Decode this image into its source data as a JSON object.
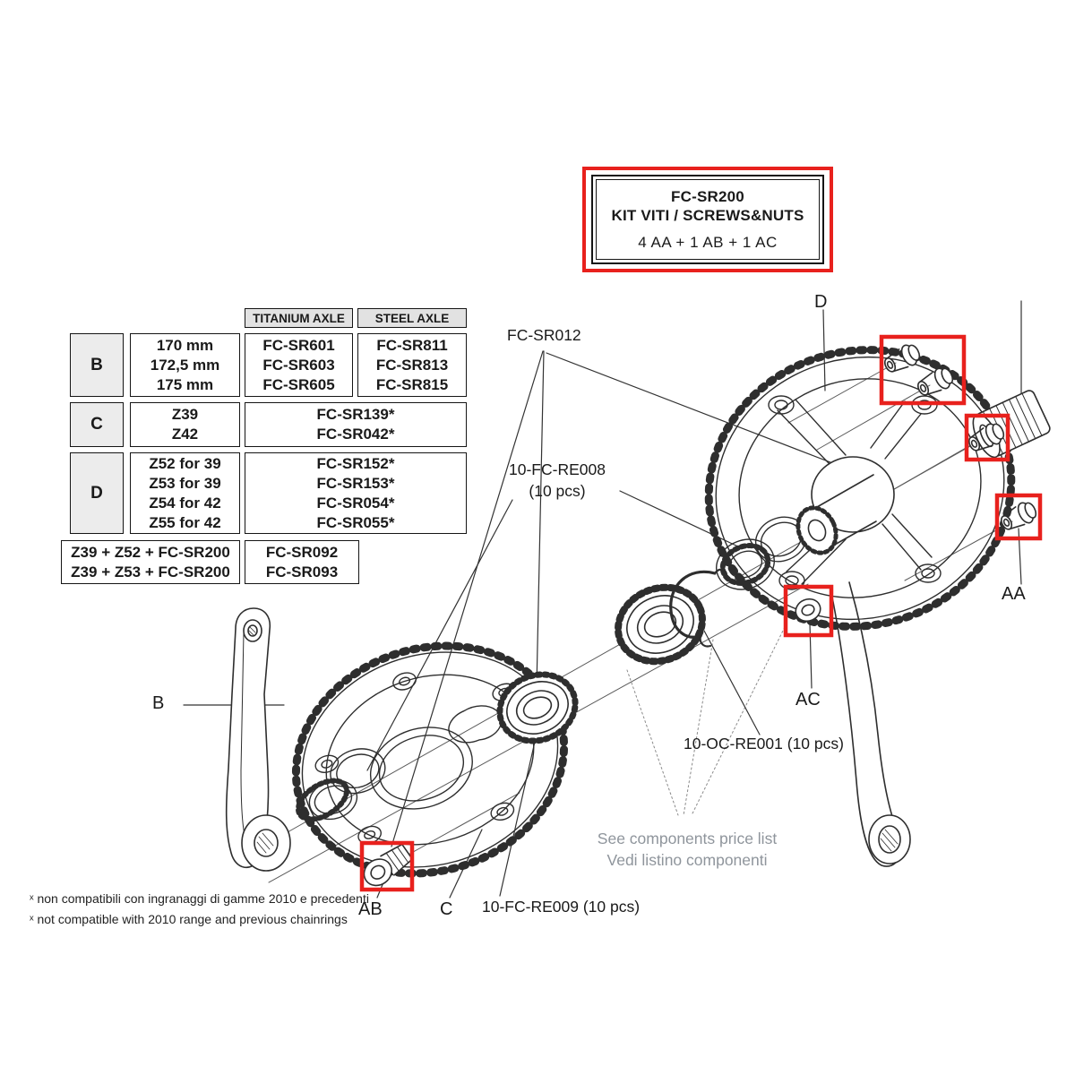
{
  "kit_box": {
    "line1": "FC-SR200",
    "line2": "KIT VITI / SCREWS&NUTS",
    "line3": "4 AA + 1 AB + 1 AC"
  },
  "table": {
    "headers": {
      "titanium": "TITANIUM AXLE",
      "steel": "STEEL AXLE"
    },
    "row_b": {
      "code": "B",
      "sizes": [
        "170 mm",
        "172,5 mm",
        "175 mm"
      ],
      "titanium": [
        "FC-SR601",
        "FC-SR603",
        "FC-SR605"
      ],
      "steel": [
        "FC-SR811",
        "FC-SR813",
        "FC-SR815"
      ]
    },
    "row_c": {
      "code": "C",
      "sizes": [
        "Z39",
        "Z42"
      ],
      "codes": [
        "FC-SR139*",
        "FC-SR042*"
      ]
    },
    "row_d": {
      "code": "D",
      "sizes": [
        "Z52 for 39",
        "Z53 for 39",
        "Z54 for 42",
        "Z55 for 42"
      ],
      "codes": [
        "FC-SR152*",
        "FC-SR153*",
        "FC-SR054*",
        "FC-SR055*"
      ]
    },
    "combos": [
      {
        "combo": "Z39 + Z52 + FC-SR200",
        "code": "FC-SR092"
      },
      {
        "combo": "Z39 + Z53 + FC-SR200",
        "code": "FC-SR093"
      }
    ]
  },
  "labels": {
    "axle_kit": "FC-SR012",
    "re008_line1": "10-FC-RE008",
    "re008_line2": "(10 pcs)",
    "oc_re001": "10-OC-RE001 (10 pcs)",
    "re009": "10-FC-RE009 (10 pcs)",
    "price_en": "See components price list",
    "price_it": "Vedi listino componenti"
  },
  "callouts": {
    "b": "B",
    "c": "C",
    "d": "D",
    "aa": "AA",
    "ab": "AB",
    "ac": "AC"
  },
  "footnotes": [
    "ˣ non compatibili con ingranaggi di gamme 2010 e precedenti",
    "ˣ not compatible with 2010 range and previous chainrings"
  ],
  "colors": {
    "highlight_red": "#e8211d",
    "ink": "#2e2e2e",
    "muted_gray": "#8f959c"
  }
}
